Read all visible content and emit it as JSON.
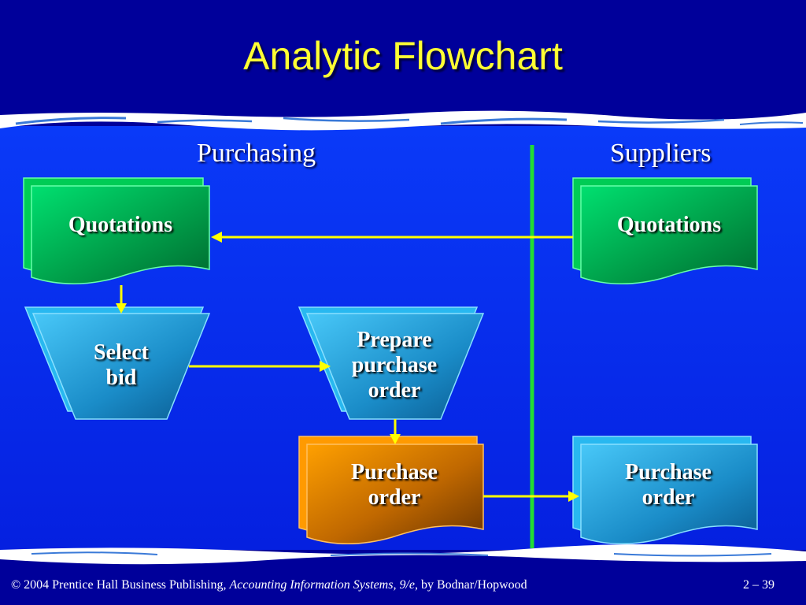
{
  "title": "Analytic Flowchart",
  "columns": {
    "left": "Purchasing",
    "right": "Suppliers"
  },
  "nodes": {
    "quotations_purchasing": "Quotations",
    "quotations_suppliers": "Quotations",
    "select_bid_line1": "Select",
    "select_bid_line2": "bid",
    "prepare_line1": "Prepare",
    "prepare_line2": "purchase",
    "prepare_line3": "order",
    "po_purchasing_line1": "Purchase",
    "po_purchasing_line2": "order",
    "po_suppliers_line1": "Purchase",
    "po_suppliers_line2": "order"
  },
  "footer": {
    "copyright_prefix": "© 2004 Prentice Hall Business Publishing,",
    "book_title": "Accounting Information Systems, 9/e",
    "authors": ", by Bodnar/Hopwood",
    "page": "2 – 39"
  },
  "colors": {
    "background": "#00009a",
    "slide_blue": "#0a2ef0",
    "title": "#ffff33",
    "document_green": "#00b050",
    "process_teal": "#2aa0d8",
    "document_orange": "#e88a00",
    "connector": "#ffff00",
    "divider": "#22dd33"
  },
  "icons": {
    "document_shape": "document-shape",
    "manual_process_shape": "manual-operation-trapezoid"
  }
}
